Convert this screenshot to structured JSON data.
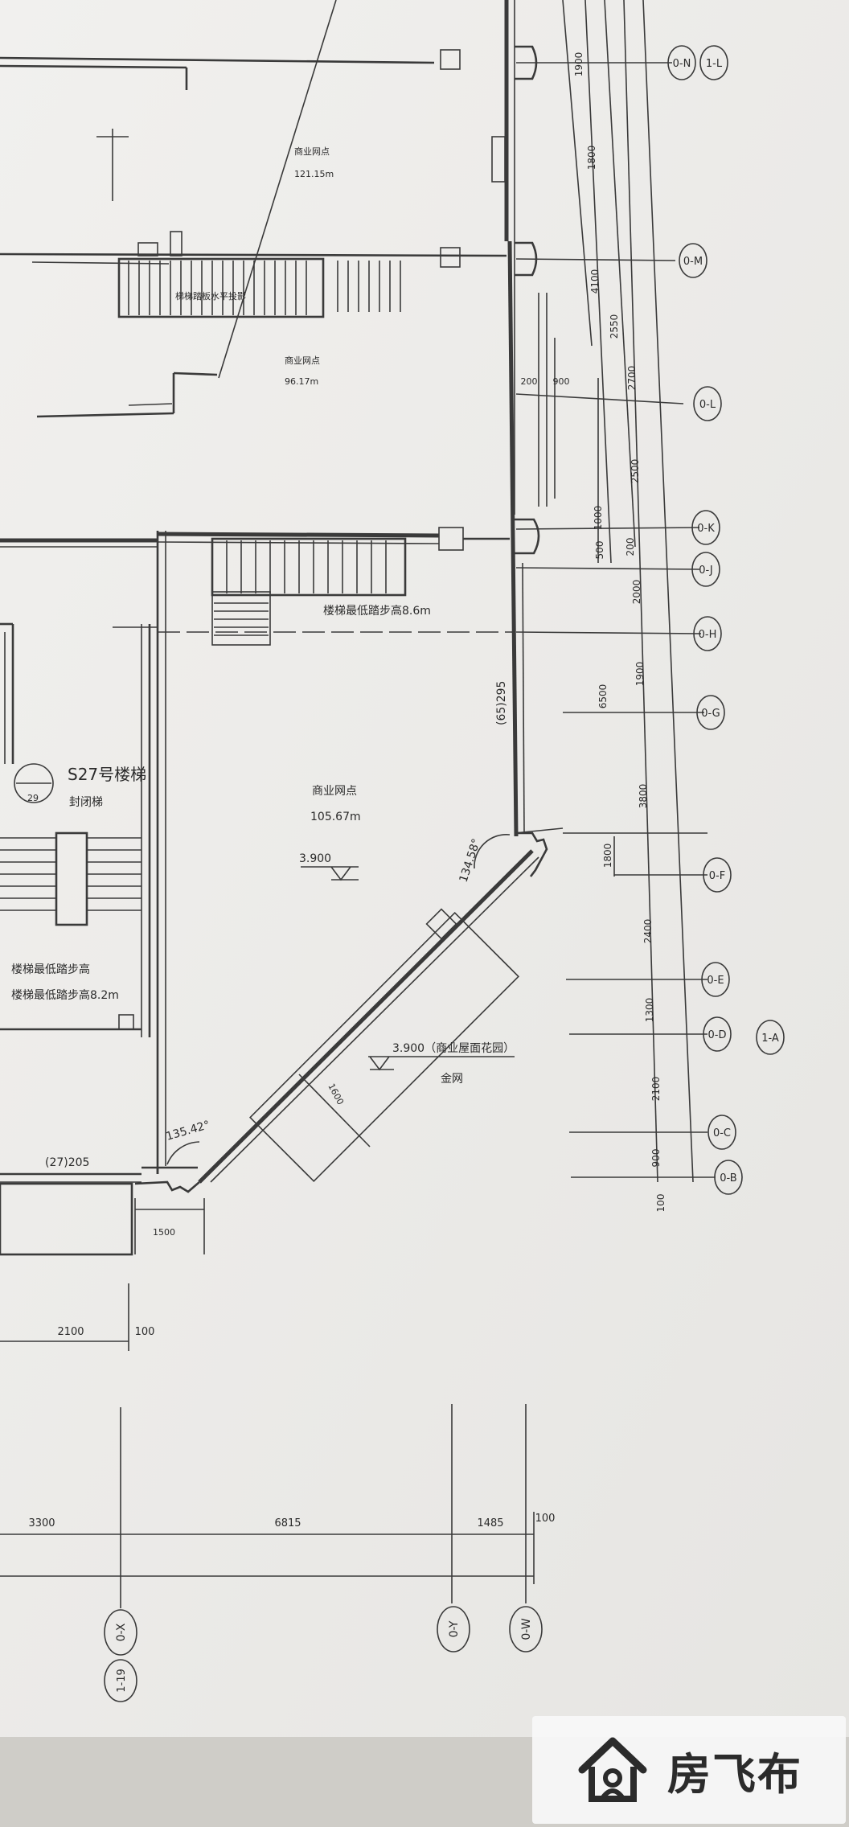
{
  "rooms": {
    "shop_upper_name": "商业网点",
    "shop_upper_area": "121.15m",
    "stair_upper_note": "梯梯踏板水平投影",
    "shop_middle_name": "商业网点",
    "shop_middle_area": "96.17m",
    "stair_landing_note": "楼梯最低踏步高8.6m",
    "shop_main_name": "商业网点",
    "shop_main_area": "105.67m",
    "level_main": "3.900",
    "stair_left_title": "S27号楼梯",
    "stair_left_sub": "封闭梯",
    "stair_left_circle": "29",
    "stair_left_note1": "楼梯最低踏步高",
    "stair_left_note2": "楼梯最低踏步高8.2m",
    "level_terrace": "3.900（商业屋面花园）",
    "terrace_sub": "金网"
  },
  "angles": {
    "upper_angle": "134.58°",
    "lower_angle": "135.42°"
  },
  "dimensions": {
    "wall_length": "(65)295",
    "wall_bottom": "(27)205",
    "diag_width": "1600",
    "bottom_small": "1500",
    "bottom_segments": [
      "2100",
      "100"
    ],
    "bottom_long": [
      "3300",
      "6815",
      "1485",
      "100"
    ],
    "top_vertical": [
      "1900",
      "1800",
      "4100",
      "2550",
      "2700"
    ],
    "mid_horizontal": [
      "200",
      "900"
    ],
    "mid_vertical": [
      "2500",
      "1000",
      "500",
      "200",
      "2000"
    ],
    "right_vertical": [
      "6500",
      "1900",
      "3800",
      "1800",
      "2400",
      "1300",
      "2100",
      "900",
      "100"
    ]
  },
  "axes_right": [
    "0-N",
    "0-M",
    "0-L",
    "0-K",
    "0-J",
    "0-H",
    "0-G",
    "0-F",
    "0-E",
    "0-D",
    "0-C",
    "0-B"
  ],
  "axes_right_extra": [
    "1-L",
    "1-A"
  ],
  "axes_bottom": [
    "0-X",
    "0-Y",
    "0-W"
  ],
  "axes_bottom_extra": [
    "1-19"
  ],
  "watermark": {
    "brand": "房飞布",
    "icon": "house-logo-icon"
  }
}
